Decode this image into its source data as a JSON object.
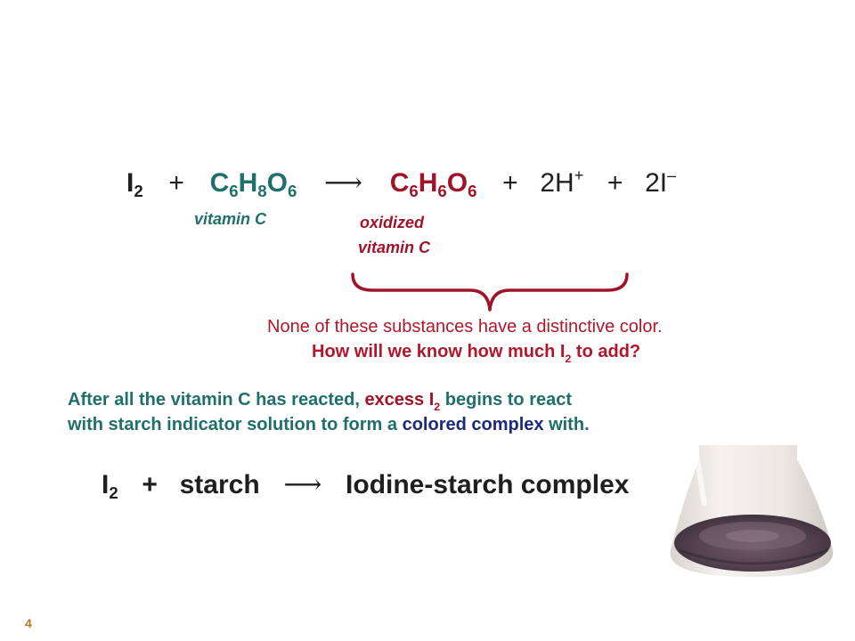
{
  "equation1": {
    "reactant1": "I",
    "reactant1_sub": "2",
    "plus1": "+",
    "vitc_C": "C",
    "vitc_C_sub": "6",
    "vitc_H": "H",
    "vitc_H_sub": "8",
    "vitc_O": "O",
    "vitc_O_sub": "6",
    "arrow": "⟶",
    "ox_C": "C",
    "ox_C_sub": "6",
    "ox_H": "H",
    "ox_H_sub": "6",
    "ox_O": "O",
    "ox_O_sub": "6",
    "plus2": "+",
    "hydrogen": "2H",
    "hydrogen_sup": "+",
    "plus3": "+",
    "iodide": "2I",
    "iodide_sup": "–"
  },
  "labels": {
    "vitamin_c": "vitamin C",
    "oxidized_line1": "oxidized",
    "oxidized_line2": "vitamin C"
  },
  "question": {
    "line1": "None of these substances have a distinctive color.",
    "line2_pre": "How will we know how much I",
    "line2_sub": "2",
    "line2_post": " to add?"
  },
  "explanation": {
    "p1": "After all the vitamin C has reacted, ",
    "p2": "excess I",
    "p2_sub": "2",
    "p3": " begins to react",
    "p4": "with starch indicator solution to form a ",
    "p5": "colored complex",
    "p6": " with."
  },
  "equation2": {
    "reactant": "I",
    "reactant_sub": "2",
    "plus": "+",
    "starch": "starch",
    "arrow": "⟶",
    "product": "Iodine-starch complex"
  },
  "page_number": "4",
  "colors": {
    "dark": "#1f1f1f",
    "teal": "#1f6f6b",
    "red": "#a0142a",
    "navy": "#1b2a7a",
    "page_number": "#b9782a"
  }
}
